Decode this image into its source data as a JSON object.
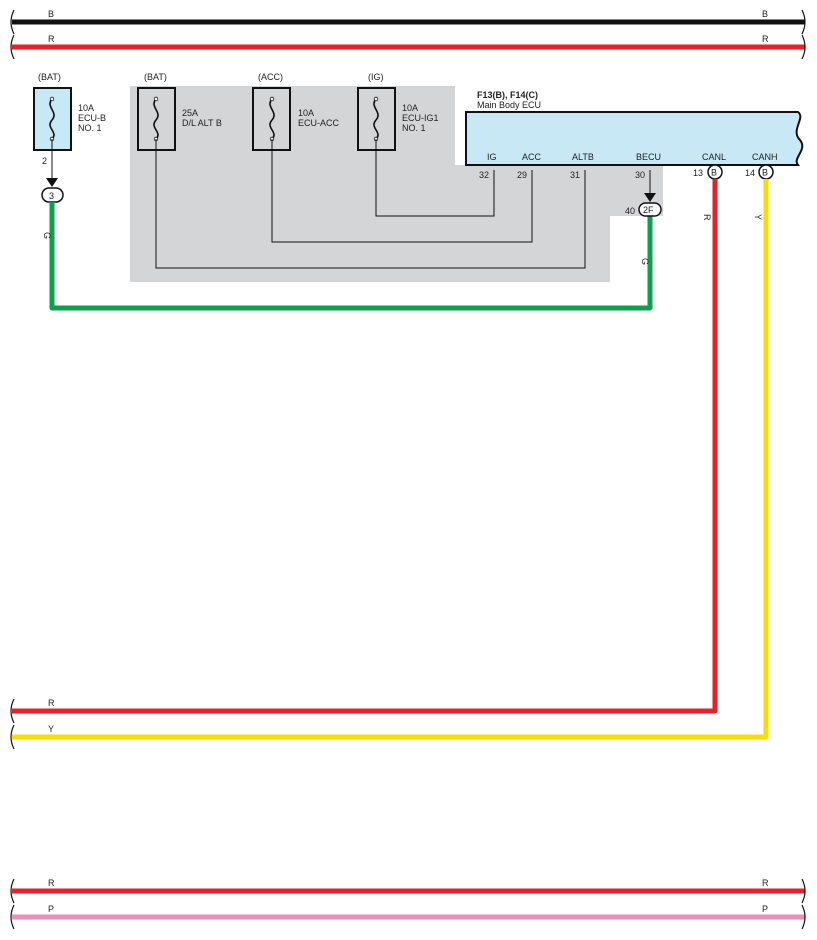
{
  "top_bus": {
    "black": {
      "label_left": "B",
      "label_right": "B",
      "color": "#111111"
    },
    "red": {
      "label_left": "R",
      "label_right": "R",
      "color": "#e8202a"
    }
  },
  "fuses": {
    "ecu_b": {
      "source": "(BAT)",
      "rating": "10A",
      "name1": "ECU-B",
      "name2": "NO. 1",
      "pin": "2"
    },
    "dl_alt_b": {
      "source": "(BAT)",
      "rating": "25A",
      "name1": "D/L ALT B"
    },
    "ecu_acc": {
      "source": "(ACC)",
      "rating": "10A",
      "name1": "ECU-ACC"
    },
    "ecu_ig1": {
      "source": "(IG)",
      "rating": "10A",
      "name1": "ECU-IG1",
      "name2": "NO. 1"
    }
  },
  "junction_3": {
    "label": "3"
  },
  "ecu": {
    "ref": "F13(B), F14(C)",
    "name": "Main Body ECU",
    "box_fill": "#c8e8f6",
    "pins": [
      {
        "name": "IG",
        "num": "32"
      },
      {
        "name": "ACC",
        "num": "29"
      },
      {
        "name": "ALTB",
        "num": "31"
      },
      {
        "name": "BECU",
        "num": "30"
      },
      {
        "name": "CANL",
        "num": "13",
        "conn": "B"
      },
      {
        "name": "CANH",
        "num": "14",
        "conn": "B"
      }
    ]
  },
  "connector_2f": {
    "label": "2F",
    "pin": "40"
  },
  "wires": {
    "green": {
      "label": "G",
      "color": "#0aa14b"
    },
    "red": {
      "label": "R",
      "color": "#e8202a"
    },
    "yellow": {
      "label": "Y",
      "color": "#fbdc00"
    }
  },
  "mid_bus": {
    "red": {
      "label": "R"
    },
    "yellow": {
      "label": "Y"
    }
  },
  "bottom_bus": {
    "red": {
      "label_left": "R",
      "label_right": "R",
      "color": "#e8202a"
    },
    "pink": {
      "label_left": "P",
      "label_right": "P",
      "color": "#f08cba"
    }
  },
  "colors": {
    "gray_area": "#d4d5d7",
    "fuse_fill_bat": "#c8e8f6"
  }
}
